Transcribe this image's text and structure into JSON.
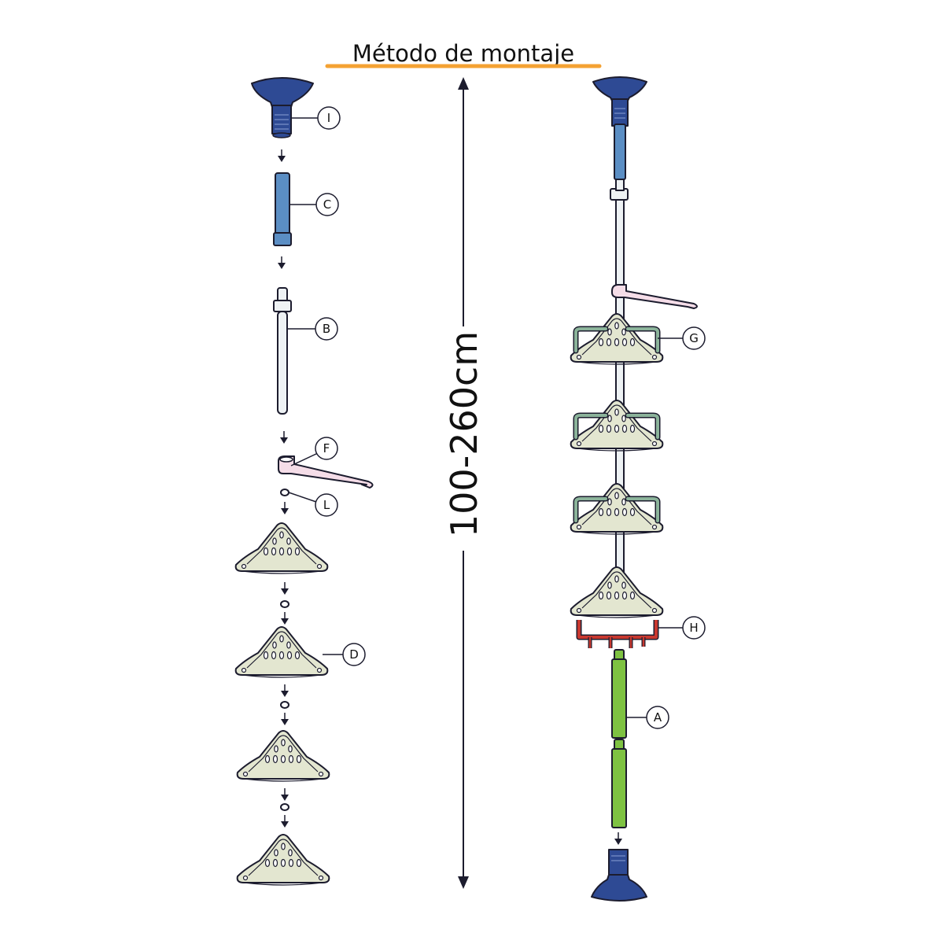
{
  "title": "Método de montaje",
  "dimension": "100-260cm",
  "colors": {
    "title_underline": "#f4a233",
    "suction_cup": "#2e4a94",
    "tube_c": "#5b8ec4",
    "pole_b": "#eef2f4",
    "hanger_f": "#f5dde8",
    "shelf": "#e3e6d0",
    "rail_g": "#8bb39a",
    "rack_h": "#c8382f",
    "pole_a": "#7ec242"
  },
  "parts": {
    "I": "I",
    "C": "C",
    "B": "B",
    "F": "F",
    "L": "L",
    "D": "D",
    "G": "G",
    "H": "H",
    "A": "A"
  }
}
